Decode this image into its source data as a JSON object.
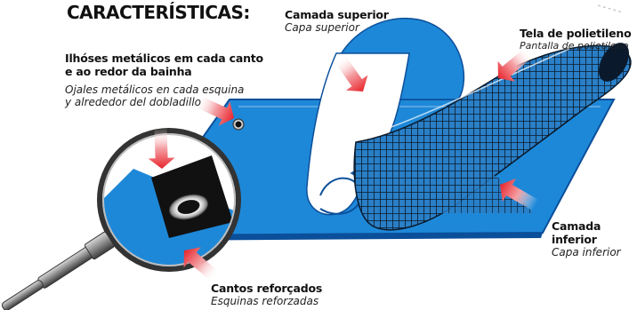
{
  "title": "CARACTERÍSTICAS:",
  "features": {
    "top_layer": {
      "pt": "Camada superior",
      "es": "Capa superior"
    },
    "mesh": {
      "pt": "Tela de polietileno",
      "es": "Pantalla de polietileno"
    },
    "eyelets": {
      "pt_line1": "Ilhóses metálicos em cada canto",
      "pt_line2": "e ao redor da bainha",
      "es_line1": "Ojales metálicos en cada esquina",
      "es_line2": "y alrededor del dobladillo"
    },
    "bottom_layer": {
      "pt": "Camada inferior",
      "es": "Capa inferior"
    },
    "corners": {
      "pt": "Cantos reforçados",
      "es": "Esquinas reforzadas"
    }
  },
  "colors": {
    "tarp_blue": "#1e88d8",
    "tarp_dark": "#0b4f9a",
    "arrow_red": "#e8242c",
    "mesh_dark": "#0a1a2c",
    "mesh_blue": "#2a7fc6"
  },
  "icons": [
    "red-arrow-icon",
    "magnifying-glass-icon",
    "grommet-icon"
  ]
}
